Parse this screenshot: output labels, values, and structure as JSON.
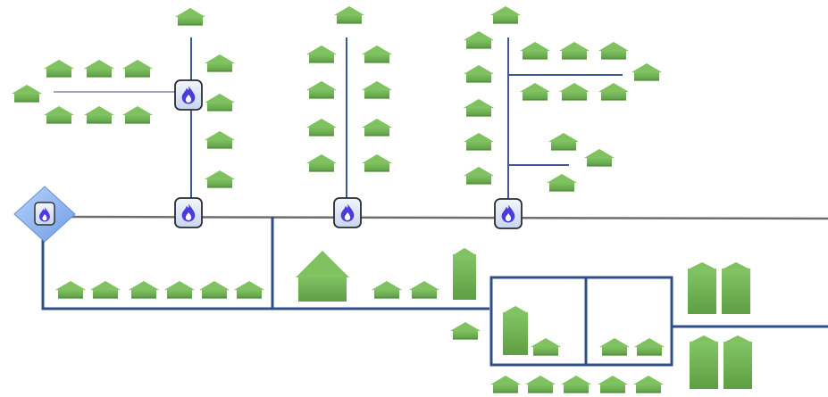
{
  "colors": {
    "house": "#6aa84f",
    "house_roof": "#7cc05a",
    "pipe_main": "#6e6e6e",
    "pipe_dist": "#2f4f8a",
    "pipe_service": "#6c7aa6",
    "node_fill": "#dfe8f7",
    "station_fill": "#8fb4ee",
    "flame": "#4b3bdc"
  },
  "legend": [],
  "network": {
    "nodes": [
      {
        "id": "station",
        "icon": "gas-station-diamond-icon"
      },
      {
        "id": "valve-1",
        "icon": "flame-valve-icon"
      },
      {
        "id": "valve-2",
        "icon": "flame-valve-icon"
      },
      {
        "id": "valve-3",
        "icon": "flame-valve-icon"
      },
      {
        "id": "valve-4",
        "icon": "flame-valve-icon"
      },
      {
        "id": "valve-5",
        "icon": "flame-valve-icon"
      }
    ],
    "consumer_types": [
      "small-house",
      "large-house",
      "tall-building",
      "tower-building"
    ]
  }
}
